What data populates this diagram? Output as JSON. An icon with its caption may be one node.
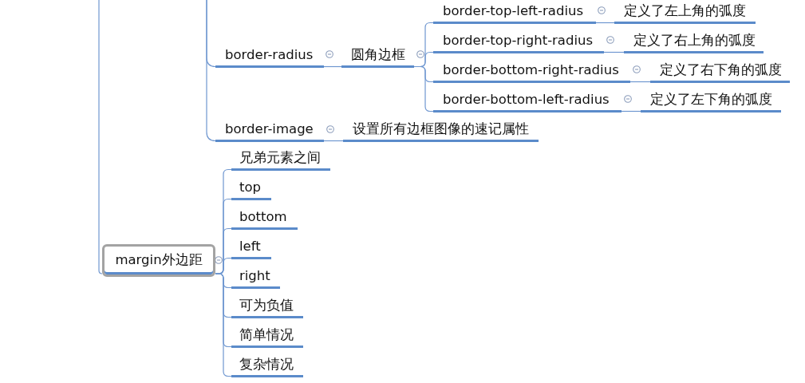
{
  "diagram": {
    "nodes": [
      {
        "text": [
          "border-radius"
        ]
      },
      {
        "text": [
          "圆角边框"
        ]
      },
      {
        "text": [
          "border-top-left-radius"
        ]
      },
      {
        "text": [
          "定义了左上角的弧度"
        ]
      },
      {
        "text": [
          "border-top-right-radius"
        ]
      },
      {
        "text": [
          "定义了右上角的弧度"
        ]
      },
      {
        "text": [
          "border-bottom-right-radius"
        ]
      },
      {
        "text": [
          "定义了右下角的弧度"
        ]
      },
      {
        "text": [
          "border-bottom-left-radius"
        ]
      },
      {
        "text": [
          "定义了左下角的弧度"
        ]
      },
      {
        "text": [
          "border-image"
        ]
      },
      {
        "text": [
          "设置所有边框图像的速记属性"
        ]
      },
      {
        "text": [
          "margin外边距"
        ]
      },
      {
        "text": [
          "兄弟元素之间"
        ]
      },
      {
        "text": [
          "top"
        ]
      },
      {
        "text": [
          "bottom"
        ]
      },
      {
        "text": [
          "left"
        ]
      },
      {
        "text": [
          "right"
        ]
      },
      {
        "text": [
          "可为负值"
        ]
      },
      {
        "text": [
          "简单情况"
        ]
      },
      {
        "text": [
          "复杂情况"
        ]
      }
    ],
    "edges": [
      {
        "from": null,
        "to": 0,
        "arrow": "none"
      },
      {
        "from": null,
        "to": 10,
        "arrow": "none"
      },
      {
        "from": 0,
        "to": 1,
        "arrow": "none"
      },
      {
        "from": 1,
        "to": 2,
        "arrow": "none"
      },
      {
        "from": 1,
        "to": 4,
        "arrow": "none"
      },
      {
        "from": 1,
        "to": 6,
        "arrow": "none"
      },
      {
        "from": 1,
        "to": 8,
        "arrow": "none"
      },
      {
        "from": 2,
        "to": 3,
        "arrow": "none"
      },
      {
        "from": 4,
        "to": 5,
        "arrow": "none"
      },
      {
        "from": 6,
        "to": 7,
        "arrow": "none"
      },
      {
        "from": 8,
        "to": 9,
        "arrow": "none"
      },
      {
        "from": 10,
        "to": 11,
        "arrow": "none"
      },
      {
        "from": null,
        "to": 12,
        "arrow": "none"
      },
      {
        "from": 12,
        "to": 13,
        "arrow": "none"
      },
      {
        "from": 12,
        "to": 14,
        "arrow": "none"
      },
      {
        "from": 12,
        "to": 15,
        "arrow": "none"
      },
      {
        "from": 12,
        "to": 16,
        "arrow": "none"
      },
      {
        "from": 12,
        "to": 17,
        "arrow": "none"
      },
      {
        "from": 12,
        "to": 18,
        "arrow": "none"
      },
      {
        "from": 12,
        "to": 19,
        "arrow": "none"
      },
      {
        "from": 12,
        "to": 20,
        "arrow": "none"
      }
    ]
  }
}
